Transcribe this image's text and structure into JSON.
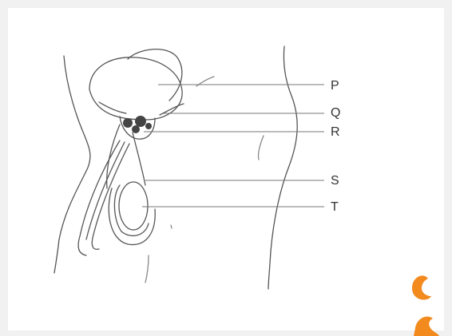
{
  "diagram": {
    "labels": [
      {
        "id": "p",
        "text": "P"
      },
      {
        "id": "q",
        "text": "Q"
      },
      {
        "id": "r",
        "text": "R"
      },
      {
        "id": "s",
        "text": "S"
      },
      {
        "id": "t",
        "text": "T"
      }
    ],
    "line_color": "#555555",
    "leader_color": "#777777"
  },
  "branding": {
    "logo_icon": "orange-brand-logo-icon",
    "accent_color": "#f28a1e"
  }
}
